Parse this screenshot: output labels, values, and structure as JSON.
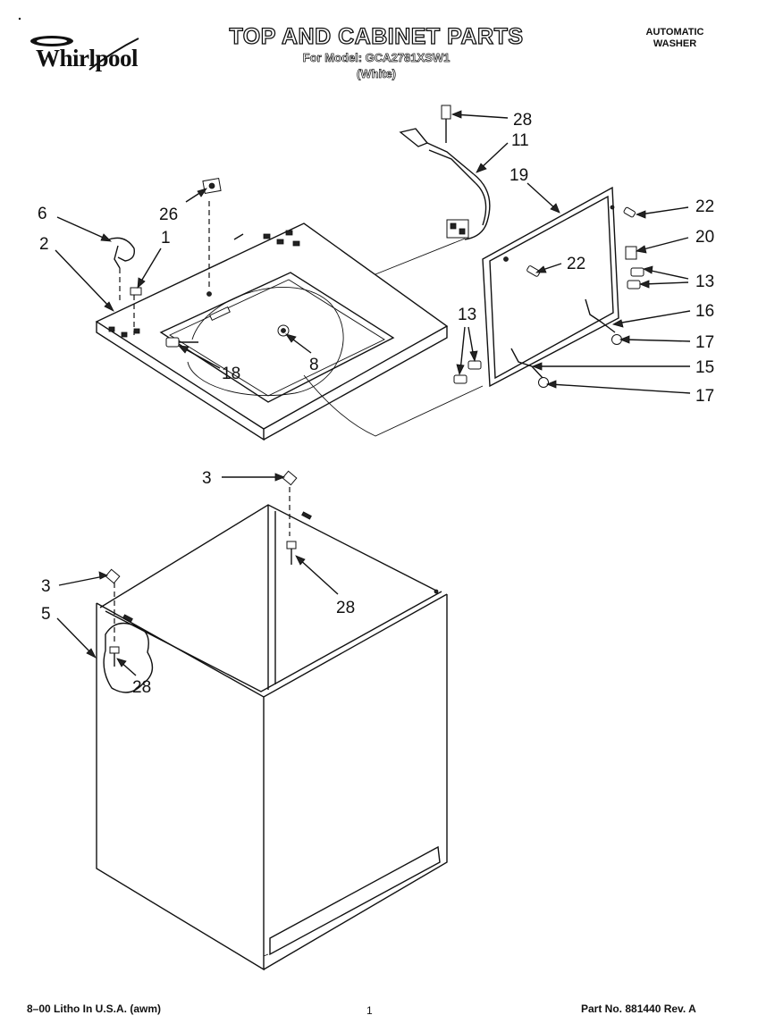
{
  "header": {
    "brand": "Whirlpool",
    "title": "TOP AND CABINET PARTS",
    "model_line": "For Model: GCA2781XSW1",
    "variant": "(White)",
    "appliance_line1": "AUTOMATIC",
    "appliance_line2": "WASHER"
  },
  "callouts": [
    "28",
    "11",
    "19",
    "22",
    "20",
    "22",
    "13",
    "16",
    "17",
    "15",
    "17",
    "13",
    "6",
    "26",
    "1",
    "2",
    "18",
    "8",
    "3",
    "3",
    "5",
    "28",
    "28"
  ],
  "footer": {
    "left": "8–00 Litho In U.S.A. (awm)",
    "center": "1",
    "right": "Part No. 881440 Rev. A"
  },
  "icons": {
    "logo": "whirlpool-logo-icon"
  }
}
